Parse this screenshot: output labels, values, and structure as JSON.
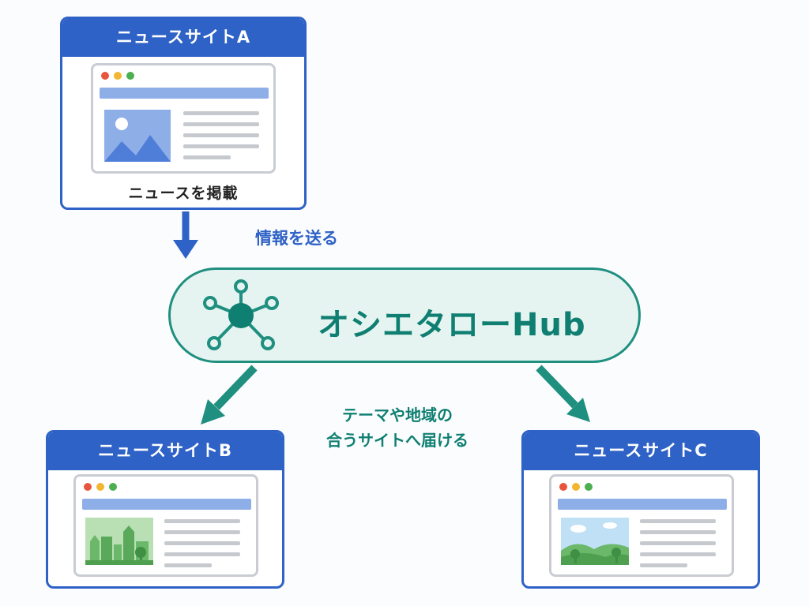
{
  "site_a": {
    "title": "ニュースサイトA",
    "caption": "ニュースを掲載"
  },
  "site_b": {
    "title": "ニュースサイトB"
  },
  "site_c": {
    "title": "ニュースサイトC"
  },
  "hub": {
    "title": "オシエタローHub",
    "icon": "network-hub-icon"
  },
  "flows": {
    "send_label": "情報を送る",
    "deliver_label_line1": "テーマや地域の",
    "deliver_label_line2": "合うサイトへ届ける"
  },
  "colors": {
    "site_blue": "#2f62c6",
    "hub_teal": "#1f8f80",
    "hub_fill": "#e6f4f1"
  }
}
